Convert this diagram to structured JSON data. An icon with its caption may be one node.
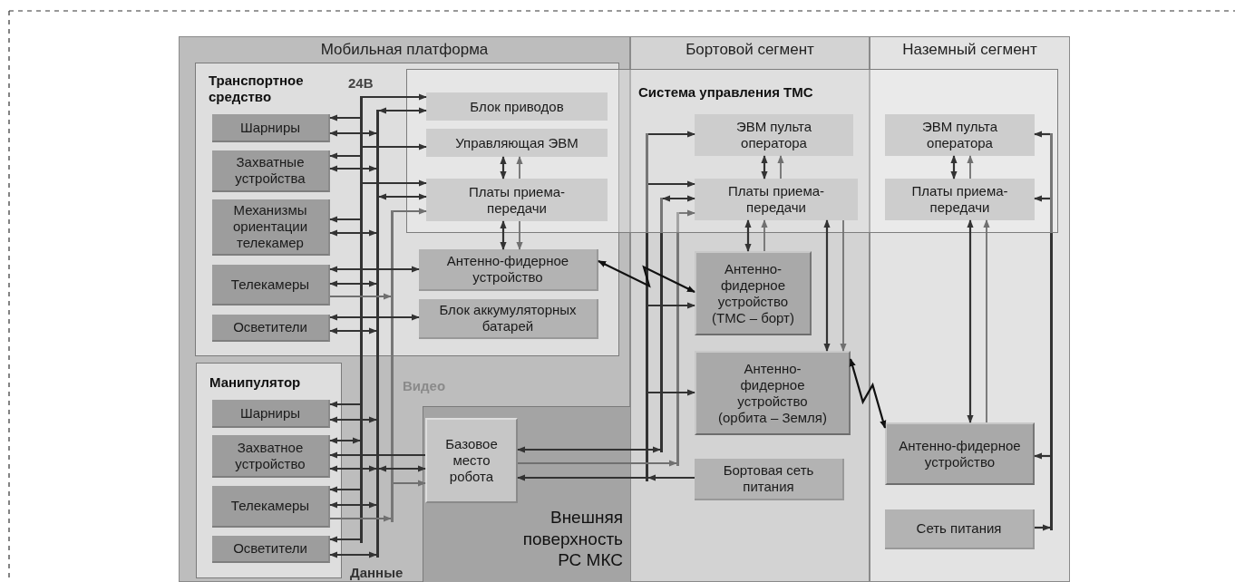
{
  "diagram": {
    "nodes": [
      {
        "text": [
          "Мобильная платформа"
        ]
      },
      {
        "text": [
          "Транспортное средство"
        ],
        "in": 0
      },
      {
        "text": [
          "Шарниры"
        ],
        "in": 1
      },
      {
        "text": [
          "Захватные устройства"
        ],
        "in": 1
      },
      {
        "text": [
          "Механизмы ориентации телекамер"
        ],
        "in": 1
      },
      {
        "text": [
          "Телекамеры"
        ],
        "in": 1
      },
      {
        "text": [
          "Осветители"
        ],
        "in": 1
      },
      {
        "text": [],
        "shape": "bar",
        "beside": [
          "24В"
        ],
        "in": 0
      },
      {
        "text": [],
        "shape": "bar",
        "beside": [
          "Данные"
        ],
        "in": 0
      },
      {
        "text": [],
        "shape": "bar",
        "beside": [
          "Видео"
        ],
        "in": 0
      },
      {
        "text": [
          "Блок приводов"
        ],
        "in": 1
      },
      {
        "text": [
          "Управляющая ЭВМ"
        ],
        "in": 1
      },
      {
        "text": [
          "Платы приема-передачи"
        ],
        "in": 1
      },
      {
        "text": [
          "Антенно-фидерное устройство"
        ],
        "in": 1
      },
      {
        "text": [
          "Блок аккумуляторных батарей"
        ],
        "in": 1
      },
      {
        "text": [
          "Манипулятор"
        ],
        "in": 0
      },
      {
        "text": [
          "Шарниры"
        ],
        "in": 15
      },
      {
        "text": [
          "Захватное устройство"
        ],
        "in": 15
      },
      {
        "text": [
          "Телекамеры"
        ],
        "in": 15
      },
      {
        "text": [
          "Осветители"
        ],
        "in": 15
      },
      {
        "text": [
          "Внешняя поверхность РС МКС"
        ],
        "in": 0
      },
      {
        "text": [
          "Базовое место робота"
        ],
        "in": 20
      },
      {
        "text": [
          "Бортовой сегмент"
        ]
      },
      {
        "text": [
          "ЭВМ пульта оператора"
        ],
        "in": 22
      },
      {
        "text": [
          "Платы приема-передачи"
        ],
        "in": 22
      },
      {
        "text": [],
        "shape": "bar",
        "in": 22
      },
      {
        "text": [],
        "shape": "bar",
        "in": 22
      },
      {
        "text": [],
        "shape": "bar",
        "in": 22
      },
      {
        "text": [
          "Антенно-фидерное устройство (ТМС – борт)"
        ],
        "in": 22
      },
      {
        "text": [
          "Антенно-фидерное устройство (орбита – Земля)"
        ],
        "in": 22
      },
      {
        "text": [
          "Бортовая сеть питания"
        ],
        "in": 22
      },
      {
        "text": [
          "Наземный сегмент"
        ]
      },
      {
        "text": [
          "ЭВМ пульта оператора"
        ],
        "in": 31
      },
      {
        "text": [
          "Платы приема-передачи"
        ],
        "in": 31
      },
      {
        "text": [],
        "shape": "bar",
        "in": 31
      },
      {
        "text": [
          "Антенно-фидерное устройство"
        ],
        "in": 31
      },
      {
        "text": [
          "Сеть питания"
        ],
        "in": 31
      }
    ],
    "edges": [
      {
        "from": 7,
        "to": 2,
        "arrow": "to"
      },
      {
        "from": 2,
        "to": 8,
        "arrow": "both"
      },
      {
        "from": 7,
        "to": 3,
        "arrow": "to"
      },
      {
        "from": 3,
        "to": 8,
        "arrow": "both"
      },
      {
        "from": 7,
        "to": 4,
        "arrow": "to"
      },
      {
        "from": 4,
        "to": 8,
        "arrow": "both"
      },
      {
        "from": 7,
        "to": 5,
        "arrow": "to"
      },
      {
        "from": 5,
        "to": 8,
        "arrow": "both"
      },
      {
        "from": 5,
        "to": 9,
        "arrow": "to",
        "color": "#707070"
      },
      {
        "from": 7,
        "to": 6,
        "arrow": "to"
      },
      {
        "from": 6,
        "to": 8,
        "arrow": "both"
      },
      {
        "from": 7,
        "to": 10,
        "arrow": "to"
      },
      {
        "from": 8,
        "to": 10,
        "arrow": "both"
      },
      {
        "from": 7,
        "to": 11,
        "arrow": "to"
      },
      {
        "from": 7,
        "to": 12,
        "arrow": "to"
      },
      {
        "from": 8,
        "to": 12,
        "arrow": "both"
      },
      {
        "from": 9,
        "to": 12,
        "arrow": "to",
        "color": "#707070"
      },
      {
        "from": 7,
        "to": 13,
        "arrow": "to"
      },
      {
        "from": 7,
        "to": 14,
        "arrow": "to"
      },
      {
        "from": 11,
        "to": 12,
        "arrow": "both"
      },
      {
        "from": 12,
        "to": 11,
        "arrow": "to",
        "color": "#707070"
      },
      {
        "from": 12,
        "to": 13,
        "arrow": "both"
      },
      {
        "from": 12,
        "to": 13,
        "arrow": "to",
        "color": "#707070"
      },
      {
        "from": 7,
        "to": 16,
        "arrow": "to"
      },
      {
        "from": 16,
        "to": 8,
        "arrow": "both"
      },
      {
        "from": 17,
        "to": 7,
        "arrow": "both"
      },
      {
        "from": 21,
        "to": 17,
        "arrow": "to"
      },
      {
        "from": 17,
        "to": 8,
        "arrow": "both"
      },
      {
        "from": 8,
        "to": 21,
        "arrow": "both"
      },
      {
        "from": 7,
        "to": 18,
        "arrow": "to"
      },
      {
        "from": 18,
        "to": 8,
        "arrow": "both"
      },
      {
        "from": 18,
        "to": 9,
        "arrow": "to",
        "color": "#707070"
      },
      {
        "from": 9,
        "to": 21,
        "arrow": "to",
        "color": "#707070"
      },
      {
        "from": 7,
        "to": 19,
        "arrow": "to"
      },
      {
        "from": 19,
        "to": 8,
        "arrow": "both"
      },
      {
        "from": 21,
        "to": 26,
        "arrow": "both"
      },
      {
        "from": 21,
        "to": 27,
        "arrow": "to",
        "color": "#707070"
      },
      {
        "from": 25,
        "to": 21,
        "arrow": "to"
      },
      {
        "from": 30,
        "to": 25,
        "arrow": "to"
      },
      {
        "from": 25,
        "to": 23,
        "arrow": "to"
      },
      {
        "from": 25,
        "to": 24,
        "arrow": "to"
      },
      {
        "from": 26,
        "to": 24,
        "arrow": "both"
      },
      {
        "from": 27,
        "to": 24,
        "arrow": "to",
        "color": "#707070"
      },
      {
        "from": 25,
        "to": 28,
        "arrow": "to"
      },
      {
        "from": 25,
        "to": 29,
        "arrow": "to"
      },
      {
        "from": 23,
        "to": 24,
        "arrow": "both"
      },
      {
        "from": 24,
        "to": 23,
        "arrow": "to",
        "color": "#707070"
      },
      {
        "from": 24,
        "to": 28,
        "arrow": "both"
      },
      {
        "from": 28,
        "to": 24,
        "arrow": "to",
        "color": "#707070"
      },
      {
        "from": 24,
        "to": 29,
        "arrow": "both"
      },
      {
        "from": 24,
        "to": 29,
        "arrow": "to",
        "color": "#707070"
      },
      {
        "from": 13,
        "to": 28,
        "arrow": "both",
        "color": "#111111"
      },
      {
        "from": 29,
        "to": 35,
        "arrow": "both",
        "color": "#111111"
      },
      {
        "from": 36,
        "to": 34,
        "arrow": "to"
      },
      {
        "from": 34,
        "to": 32,
        "arrow": "to"
      },
      {
        "from": 34,
        "to": 33,
        "arrow": "to"
      },
      {
        "from": 34,
        "to": 35,
        "arrow": "to"
      },
      {
        "from": 32,
        "to": 33,
        "arrow": "both"
      },
      {
        "from": 33,
        "to": 32,
        "arrow": "to",
        "color": "#707070"
      },
      {
        "from": 33,
        "to": 35,
        "arrow": "both"
      },
      {
        "from": 35,
        "to": 33,
        "arrow": "to",
        "color": "#707070"
      }
    ],
    "labels": [
      "Система управления ТМС"
    ]
  }
}
